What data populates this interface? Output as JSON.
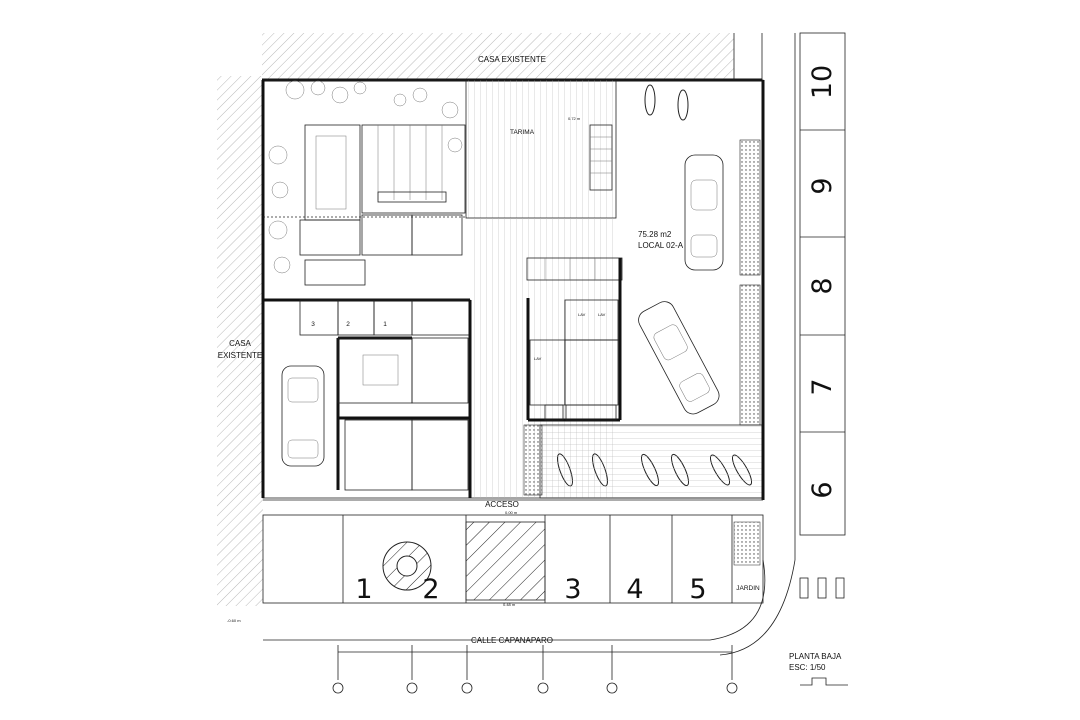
{
  "plan": {
    "title": "PLANTA BAJA",
    "scale": "ESC: 1/50",
    "neighbors": {
      "top": "CASA EXISTENTE",
      "left_line1": "CASA",
      "left_line2": "EXISTENTE"
    },
    "street": "CALLE CAPANAPARO",
    "access": {
      "label": "ACCESO",
      "level": "0.00 m"
    },
    "garden": "JARDIN",
    "levels": {
      "street_level": "-0.60 m",
      "sidewalk_level": "0.48 m",
      "tarima_level": "0.72 m"
    },
    "rooms": {
      "tarima": "TARIMA",
      "local_area": "75.28 m2",
      "local_name": "LOCAL 02-A",
      "lav_a": "LAV",
      "lav_b": "LAV",
      "lav_c": "LAV"
    },
    "numbers": {
      "n1": "1",
      "n2": "2",
      "n3": "3",
      "t1": "1",
      "t2": "2",
      "t3": "3"
    },
    "parking_front": [
      "1",
      "2",
      "3",
      "4",
      "5"
    ],
    "parking_right": [
      "10",
      "9",
      "8",
      "7",
      "6"
    ]
  },
  "colors": {
    "line": "#111111",
    "hatch": "#9a9a9a",
    "background": "#ffffff"
  }
}
